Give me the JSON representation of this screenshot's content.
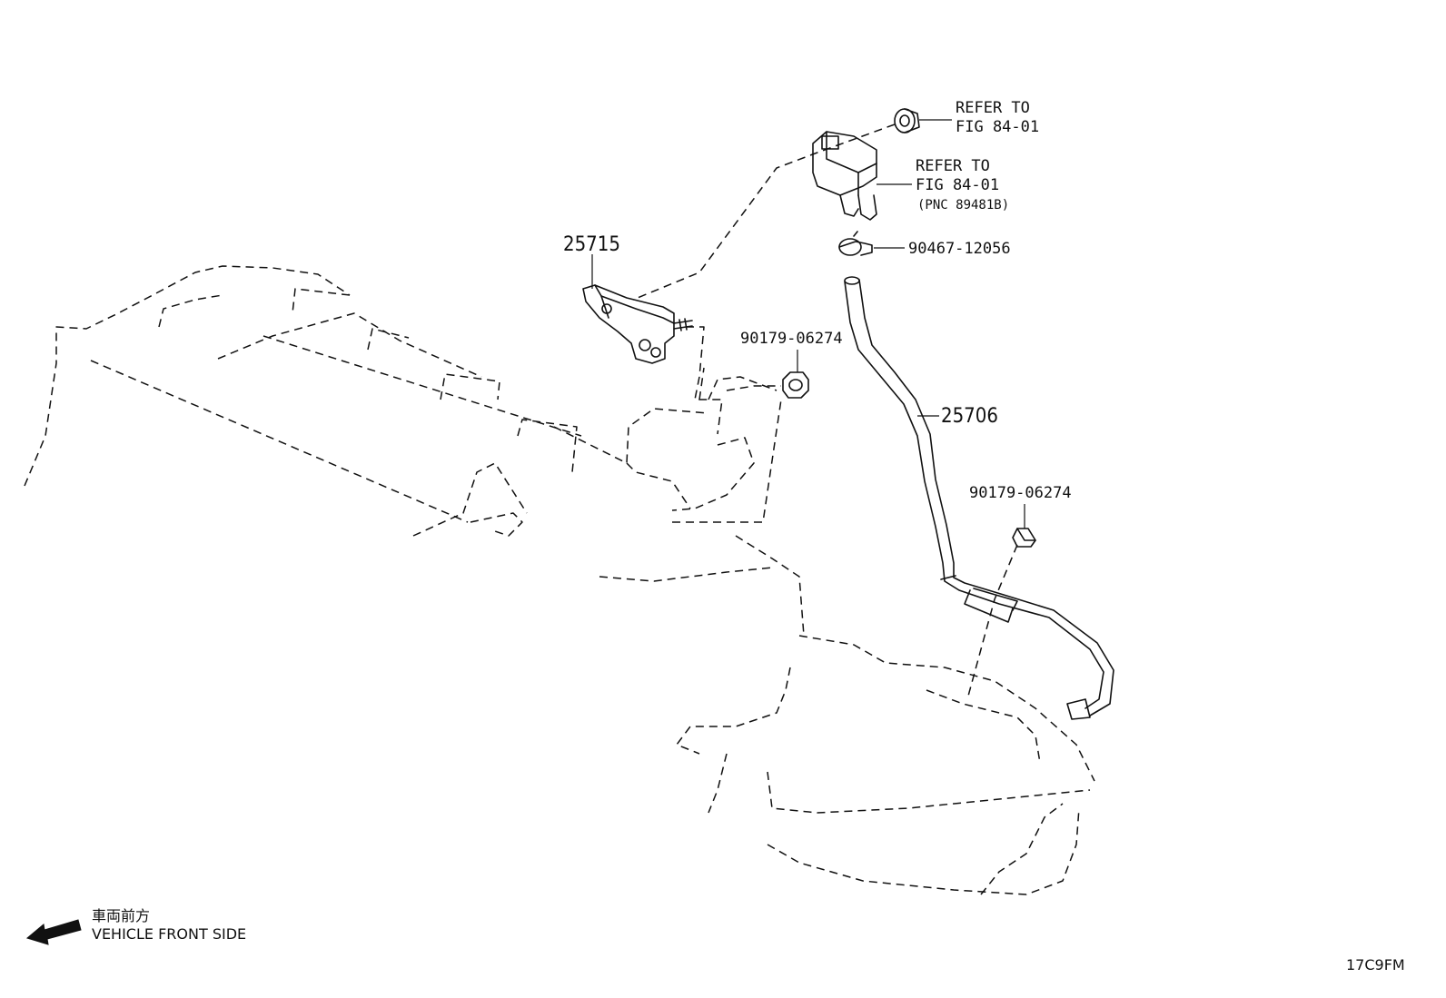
{
  "parts": {
    "bracket": "25715",
    "hose": "25706",
    "clamp": "90467-12056",
    "nut_upper": "90179-06274",
    "nut_lower": "90179-06274"
  },
  "references": {
    "grommet": {
      "line1": "REFER TO",
      "line2": "FIG 84-01"
    },
    "sensor": {
      "line1": "REFER TO",
      "line2": "FIG 84-01",
      "line3": "(PNC 89481B)"
    }
  },
  "footer": {
    "direction_jp": "車両前方",
    "direction_en": "VEHICLE FRONT SIDE",
    "figure_code": "17C9FM"
  }
}
